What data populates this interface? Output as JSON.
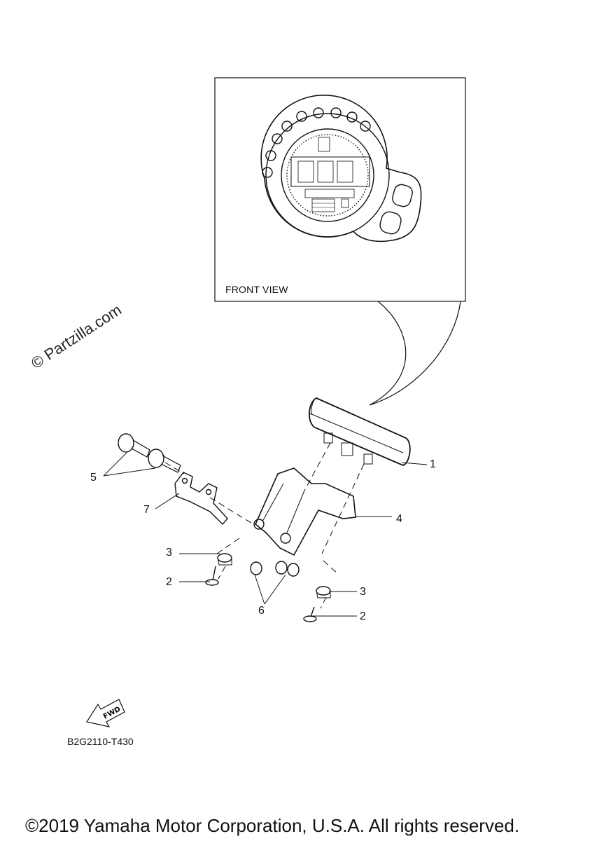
{
  "inset": {
    "label": "FRONT VIEW"
  },
  "callouts": [
    {
      "number": "1"
    },
    {
      "number": "2"
    },
    {
      "number": "2"
    },
    {
      "number": "3"
    },
    {
      "number": "3"
    },
    {
      "number": "4"
    },
    {
      "number": "5"
    },
    {
      "number": "6"
    },
    {
      "number": "7"
    }
  ],
  "watermark": "© Partzilla.com",
  "fwd_arrow": {
    "label": "FWD"
  },
  "drawing_code": "B2G2110-T430",
  "copyright": "©2019 Yamaha Motor Corporation, U.S.A. All rights reserved."
}
